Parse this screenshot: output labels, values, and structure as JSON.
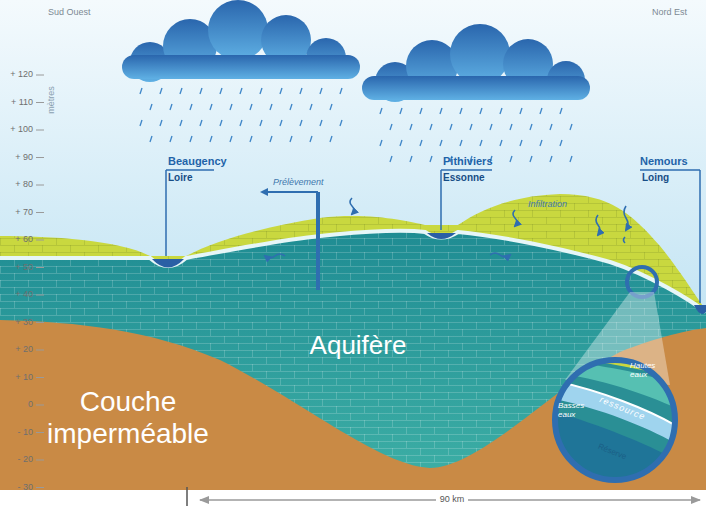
{
  "diagram": {
    "labels": [
      "Sud Ouest",
      "Nord Est",
      "mètres",
      "Beaugency",
      "Loire",
      "Pithiviers",
      "Essonne",
      "Nemours",
      "Loing",
      "Prélèvement",
      "Infiltration",
      "Aquifère",
      "Couche imperméable",
      "Hautes eaux",
      "Basses eaux",
      "ressource",
      "Réserve",
      "+ 120",
      "+ 110",
      "+ 100",
      "+ 90",
      "+ 80",
      "+ 70",
      "+ 60",
      "+ 50",
      "+ 40",
      "+ 30",
      "+ 20",
      "+ 10",
      "0",
      "- 10",
      "- 20",
      "- 30",
      "90 km"
    ]
  }
}
